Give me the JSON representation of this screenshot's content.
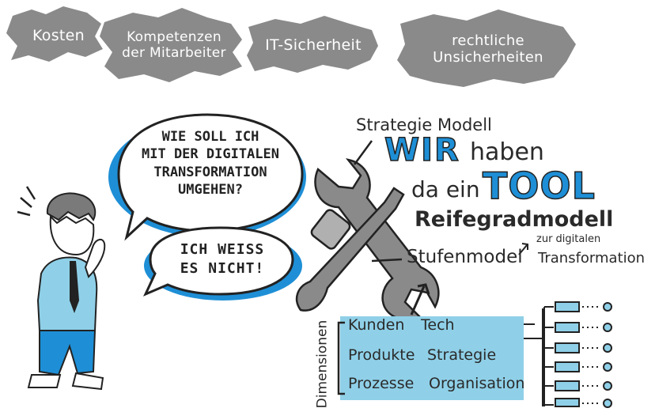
{
  "concerns": [
    {
      "label": "Kosten"
    },
    {
      "label": "Kompetenzen\nder Mitarbeiter"
    },
    {
      "label": "IT-Sicherheit"
    },
    {
      "label": "rechtliche\nUnsicherheiten"
    }
  ],
  "speech": {
    "question": "WIE SOLL ICH\nMIT DER DIGITALEN\nTRANSFORMATION\nUMGEHEN?",
    "answer": "ICH WEISS\nES NICHT!"
  },
  "tool": {
    "strategy_label": "Strategie Modell",
    "wir": "WIR",
    "haben": "haben",
    "da_ein": "da ein",
    "tool_word": "TOOL",
    "reifegrad": "Reifegradmodell",
    "zur_digitalen": "zur digitalen",
    "transformation": "Transformation",
    "stufen": "Stufenmodel"
  },
  "dimensions": {
    "title": "Dimensionen",
    "items": [
      "Kunden",
      "Tech",
      "Produkte",
      "Strategie",
      "Prozesse",
      "Organisation"
    ]
  },
  "colors": {
    "blue": "#1e8fd6",
    "light_blue": "#8fd0e8",
    "gray": "#8a8a8a",
    "dark": "#2b2b2b"
  }
}
